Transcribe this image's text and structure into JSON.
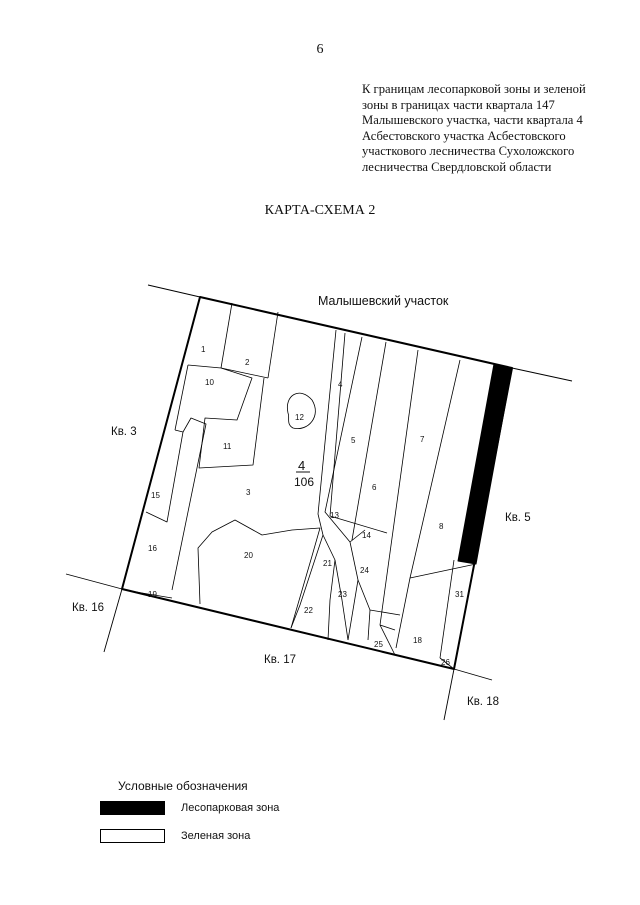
{
  "page_number": "6",
  "header_note": {
    "lines": [
      "К границам лесопарковой зоны и зеленой",
      "зоны в границах части квартала 147",
      "Малышевского участка, части квартала 4",
      "Асбестовского участка Асбестовского",
      "участкового лесничества Сухоложского",
      "лесничества Свердловской области"
    ]
  },
  "map_title": "КАРТА-СХЕМА 2",
  "map": {
    "district_label": "Малышевский участок",
    "quarter_number": "4",
    "quarter_area": "106",
    "neighbor_labels": {
      "kv3": "Кв. 3",
      "kv5": "Кв. 5",
      "kv16": "Кв. 16",
      "kv17": "Кв. 17",
      "kv18": "Кв. 18"
    },
    "parcel_labels": [
      "1",
      "2",
      "3",
      "4",
      "5",
      "6",
      "7",
      "8",
      "10",
      "11",
      "12",
      "13",
      "14",
      "15",
      "16",
      "18",
      "19",
      "20",
      "21",
      "22",
      "23",
      "24",
      "25",
      "26",
      "31"
    ],
    "colors": {
      "forest_zone": "#000000",
      "green_zone": "#ffffff",
      "line": "#000000"
    }
  },
  "legend": {
    "title": "Условные обозначения",
    "items": [
      {
        "label": "Лесопарковая зона",
        "color": "#000000"
      },
      {
        "label": "Зеленая зона",
        "color": "#ffffff"
      }
    ]
  }
}
